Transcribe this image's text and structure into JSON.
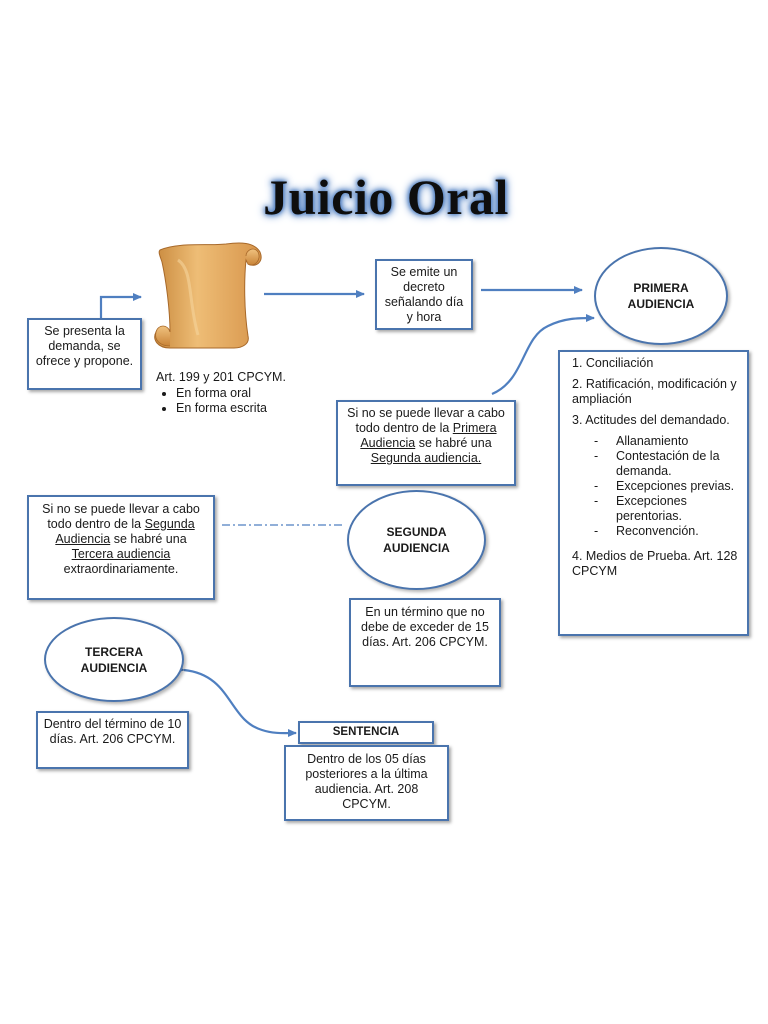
{
  "title": "Juicio Oral",
  "demanda": {
    "text": "Se presenta la demanda, se ofrece y propone."
  },
  "articulo": {
    "heading": "Art. 199 y 201 CPCYM.",
    "items": [
      "En forma oral",
      "En forma escrita"
    ]
  },
  "decreto": {
    "text": "Se emite un decreto señalando día y hora"
  },
  "primera_audiencia": {
    "label": "PRIMERA AUDIENCIA"
  },
  "segunda_note": {
    "part1": "Si no se puede llevar a cabo todo dentro de la ",
    "link1": "Primera Audiencia",
    "part2": " se habré una ",
    "link2": "Segunda audiencia."
  },
  "primera_detalle": {
    "item1": "1. Conciliación",
    "item2": "2.  Ratificación, modificación y ampliación",
    "item3": "3. Actitudes del demandado.",
    "subitems": [
      "Allanamiento",
      "Contestación de la demanda.",
      "Excepciones previas.",
      "Excepciones perentorias.",
      "Reconvención."
    ],
    "item4": "4. Medios de Prueba. Art. 128 CPCYM"
  },
  "tercera_note": {
    "part1": "Si no se puede llevar a cabo todo dentro de la ",
    "link1": "Segunda Audiencia",
    "part2": " se habré una ",
    "link2": "Tercera audiencia",
    "part3": " extraordinariamente."
  },
  "segunda_audiencia": {
    "label": "SEGUNDA AUDIENCIA"
  },
  "segunda_termino": {
    "text": "En un término que no debe de exceder de 15 días. Art. 206 CPCYM."
  },
  "tercera_audiencia": {
    "label": "TERCERA AUDIENCIA"
  },
  "tercera_termino": {
    "text": "Dentro del término de 10 días. Art. 206 CPCYM."
  },
  "sentencia": {
    "label": "SENTENCIA",
    "text": "Dentro de los 05 días posteriores a la última audiencia. Art. 208 CPCYM."
  },
  "colors": {
    "border": "#4a74ad",
    "arrow": "#4f7fc0",
    "scroll": "#d9a25a",
    "title_glow": "#4b7bbf"
  },
  "icons": [
    "scroll-icon"
  ]
}
